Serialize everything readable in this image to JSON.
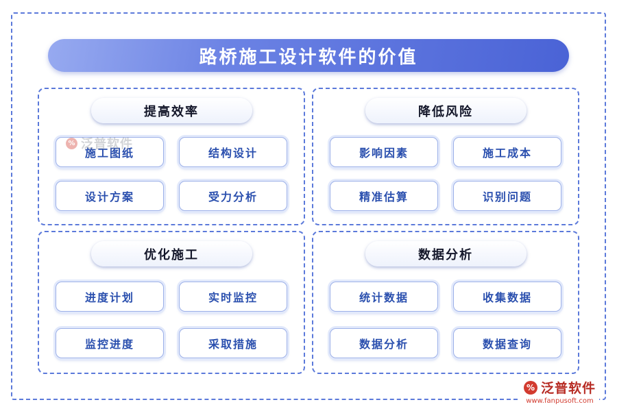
{
  "title": "路桥施工设计软件的价值",
  "sections": [
    {
      "header": "提高效率",
      "items": [
        "施工图纸",
        "结构设计",
        "设计方案",
        "受力分析"
      ]
    },
    {
      "header": "降低风险",
      "items": [
        "影响因素",
        "施工成本",
        "精准估算",
        "识别问题"
      ]
    },
    {
      "header": "优化施工",
      "items": [
        "进度计划",
        "实时监控",
        "监控进度",
        "采取措施"
      ]
    },
    {
      "header": "数据分析",
      "items": [
        "统计数据",
        "收集数据",
        "数据分析",
        "数据查询"
      ]
    }
  ],
  "logo": {
    "brand": "泛普软件",
    "url": "www.fanpusoft.com",
    "icon_glyph": "%"
  },
  "watermark": {
    "brand": "泛普软件",
    "icon_glyph": "%"
  },
  "colors": {
    "accent_blue": "#5b79da",
    "title_gradient_start": "#97aaf0",
    "title_gradient_end": "#4a63d6",
    "button_text": "#2a4fae",
    "brand_red": "#d23b2f"
  }
}
